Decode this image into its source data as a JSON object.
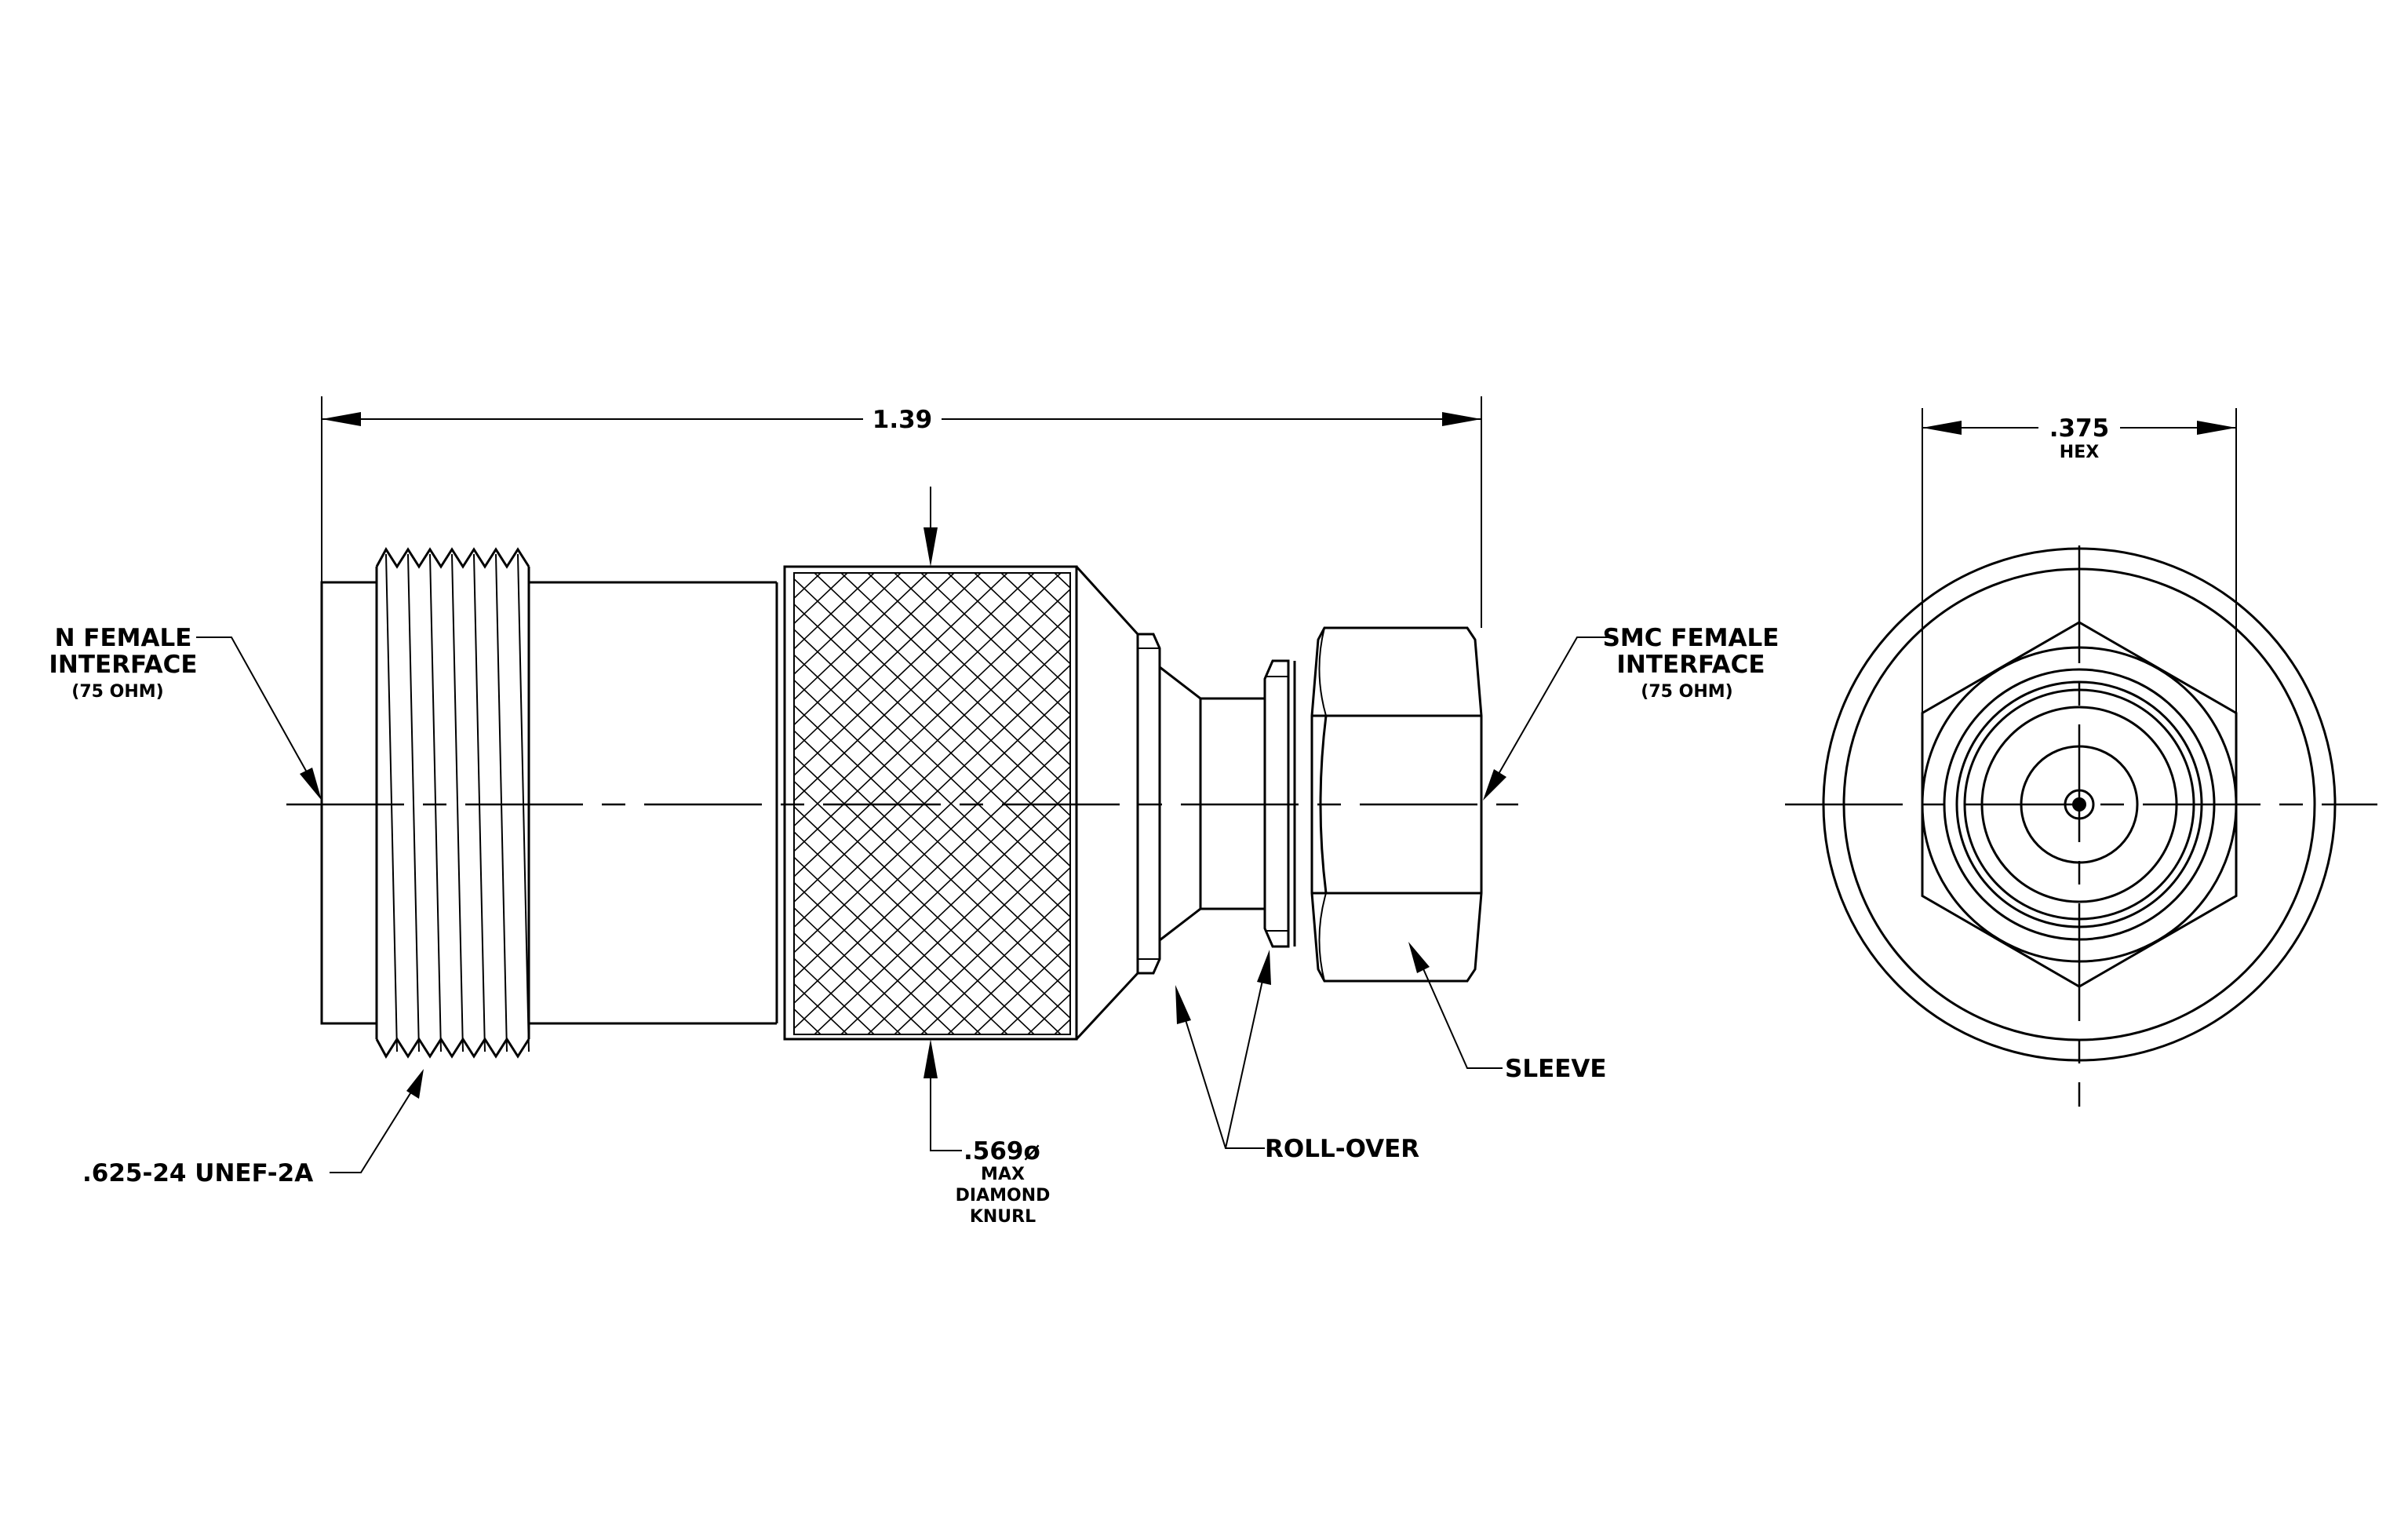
{
  "side_view": {
    "overall_length": "1.39",
    "n_interface": {
      "line1": "N FEMALE",
      "line2": "INTERFACE",
      "line3": "(75 OHM)"
    },
    "smc_interface": {
      "line1": "SMC FEMALE",
      "line2": "INTERFACE",
      "line3": "(75 OHM)"
    },
    "thread_spec": ".625-24 UNEF-2A",
    "knurl": {
      "diameter": ".569ø",
      "line1": "MAX",
      "line2": "DIAMOND",
      "line3": "KNURL"
    },
    "roll_over": "ROLL-OVER",
    "sleeve": "SLEEVE"
  },
  "end_view": {
    "hex_size": ".375",
    "hex_label": "HEX"
  },
  "colors": {
    "line": "#000000",
    "background": "#ffffff"
  }
}
